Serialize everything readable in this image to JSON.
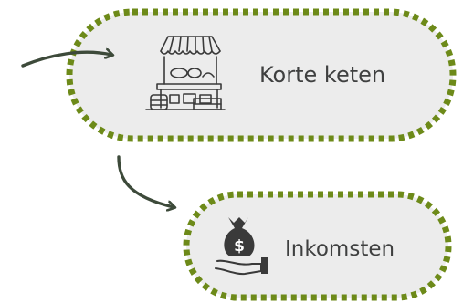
{
  "diagram": {
    "nodes": [
      {
        "id": "korte-keten",
        "label": "Korte keten",
        "icon": "market-stall-icon"
      },
      {
        "id": "inkomsten",
        "label": "Inkomsten",
        "icon": "money-bag-hand-icon"
      }
    ],
    "edges": [
      {
        "from": "external",
        "to": "korte-keten"
      },
      {
        "from": "korte-keten",
        "to": "inkomsten"
      }
    ]
  },
  "colors": {
    "node_fill": "#ececec",
    "node_border": "#6d8a19",
    "arrow": "#3d4a3a",
    "text": "#3f4040",
    "icon": "#3a3a3a"
  }
}
